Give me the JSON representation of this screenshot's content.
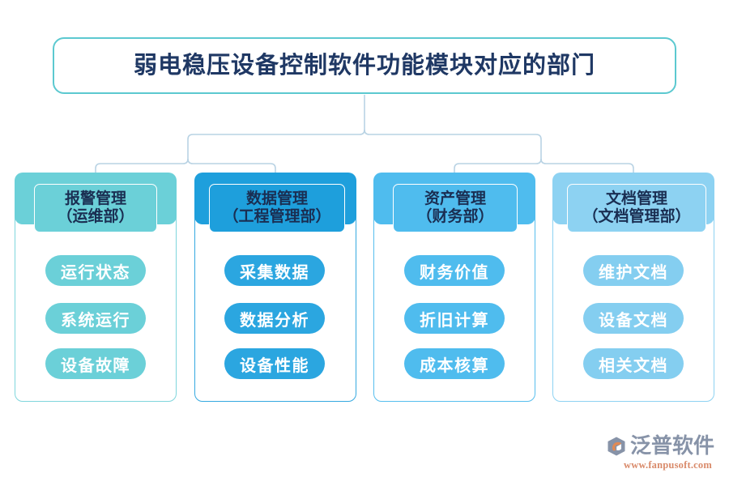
{
  "title": {
    "text": "弱电稳压设备控制软件功能模块对应的部门",
    "border_color": "#5CC9D0",
    "text_color": "#1F3864"
  },
  "connector_color": "#B9D3E4",
  "columns": [
    {
      "header_line1": "报警管理",
      "header_line2": "（运维部）",
      "accent": "#6BD0D8",
      "items": [
        "运行状态",
        "系统运行",
        "设备故障"
      ]
    },
    {
      "header_line1": "数据管理",
      "header_line2": "（工程管理部）",
      "accent": "#1E9FDC",
      "items": [
        "采集数据",
        "数据分析",
        "设备性能"
      ]
    },
    {
      "header_line1": "资产管理",
      "header_line2": "（财务部）",
      "accent": "#4FBCEE",
      "items": [
        "财务价值",
        "折旧计算",
        "成本核算"
      ]
    },
    {
      "header_line1": "文档管理",
      "header_line2": "（文档管理部）",
      "accent": "#8DD2F2",
      "items": [
        "维护文档",
        "设备文档",
        "相关文档"
      ]
    }
  ],
  "watermark": {
    "brand": "泛普软件",
    "url": "www.fanpusoft.com",
    "brand_color": "#8793A8",
    "url_color": "#D98A6A",
    "logo_accent": "#E28A54"
  }
}
